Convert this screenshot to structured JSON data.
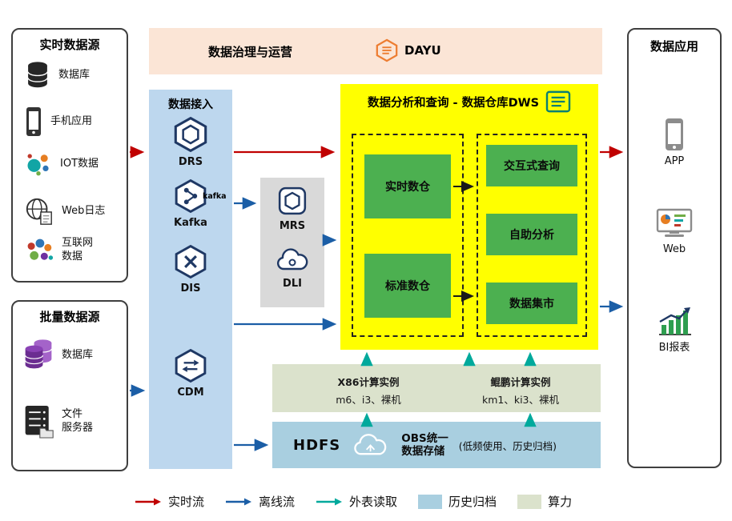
{
  "realtime_sources": {
    "title": "实时数据源",
    "items": [
      {
        "label": "数据库",
        "icon": "database-icon"
      },
      {
        "label": "手机应用",
        "icon": "mobile-app-icon"
      },
      {
        "label": "IOT数据",
        "icon": "iot-icon"
      },
      {
        "label": "Web日志",
        "icon": "web-log-icon"
      },
      {
        "label": "互联网\n数据",
        "icon": "internet-data-icon"
      }
    ]
  },
  "batch_sources": {
    "title": "批量数据源",
    "items": [
      {
        "label": "数据库",
        "icon": "database-purple-icon"
      },
      {
        "label": "文件\n服务器",
        "icon": "file-server-icon"
      }
    ]
  },
  "governance": {
    "title": "数据治理与运营",
    "product": "DAYU",
    "icon": "dayu-hexagon-icon"
  },
  "ingestion": {
    "title": "数据接入",
    "items": [
      {
        "label": "DRS",
        "icon": "drs-hexagon-icon"
      },
      {
        "label": "Kafka",
        "wordmark": "kafka",
        "icon": "kafka-hexagon-icon"
      },
      {
        "label": "DIS",
        "icon": "dis-hexagon-icon"
      },
      {
        "label": "CDM",
        "icon": "cdm-hexagon-icon"
      }
    ]
  },
  "processing": {
    "items": [
      {
        "label": "MRS",
        "icon": "mrs-icon"
      },
      {
        "label": "DLI",
        "icon": "dli-cloud-icon"
      }
    ]
  },
  "dws": {
    "title": "数据分析和查询 - 数据仓库DWS",
    "icon": "dws-report-icon",
    "warehouses": [
      "实时数仓",
      "标准数仓"
    ],
    "services": [
      "交互式查询",
      "自助分析",
      "数据集市"
    ]
  },
  "compute": {
    "x86_title": "X86计算实例",
    "x86_models": "m6、i3、裸机",
    "kunpeng_title": "鲲鹏计算实例",
    "kunpeng_models": "km1、ki3、裸机"
  },
  "storage": {
    "hdfs": "HDFS",
    "obs_line1": "OBS统一",
    "obs_line2": "数据存储",
    "note": "(低频使用、历史归档)",
    "icon": "obs-cloud-icon"
  },
  "applications": {
    "title": "数据应用",
    "items": [
      {
        "label": "APP",
        "icon": "app-phone-icon"
      },
      {
        "label": "Web",
        "icon": "web-monitor-icon"
      },
      {
        "label": "BI报表",
        "icon": "bi-chart-icon"
      }
    ]
  },
  "legend": {
    "realtime": {
      "label": "实时流",
      "color": "#c00000"
    },
    "offline": {
      "label": "离线流",
      "color": "#1b5ea6"
    },
    "external": {
      "label": "外表读取",
      "color": "#00a99c"
    },
    "archive": {
      "label": "历史归档",
      "color": "#a9cfe0"
    },
    "compute": {
      "label": "算力",
      "color": "#dbe2cc"
    }
  }
}
